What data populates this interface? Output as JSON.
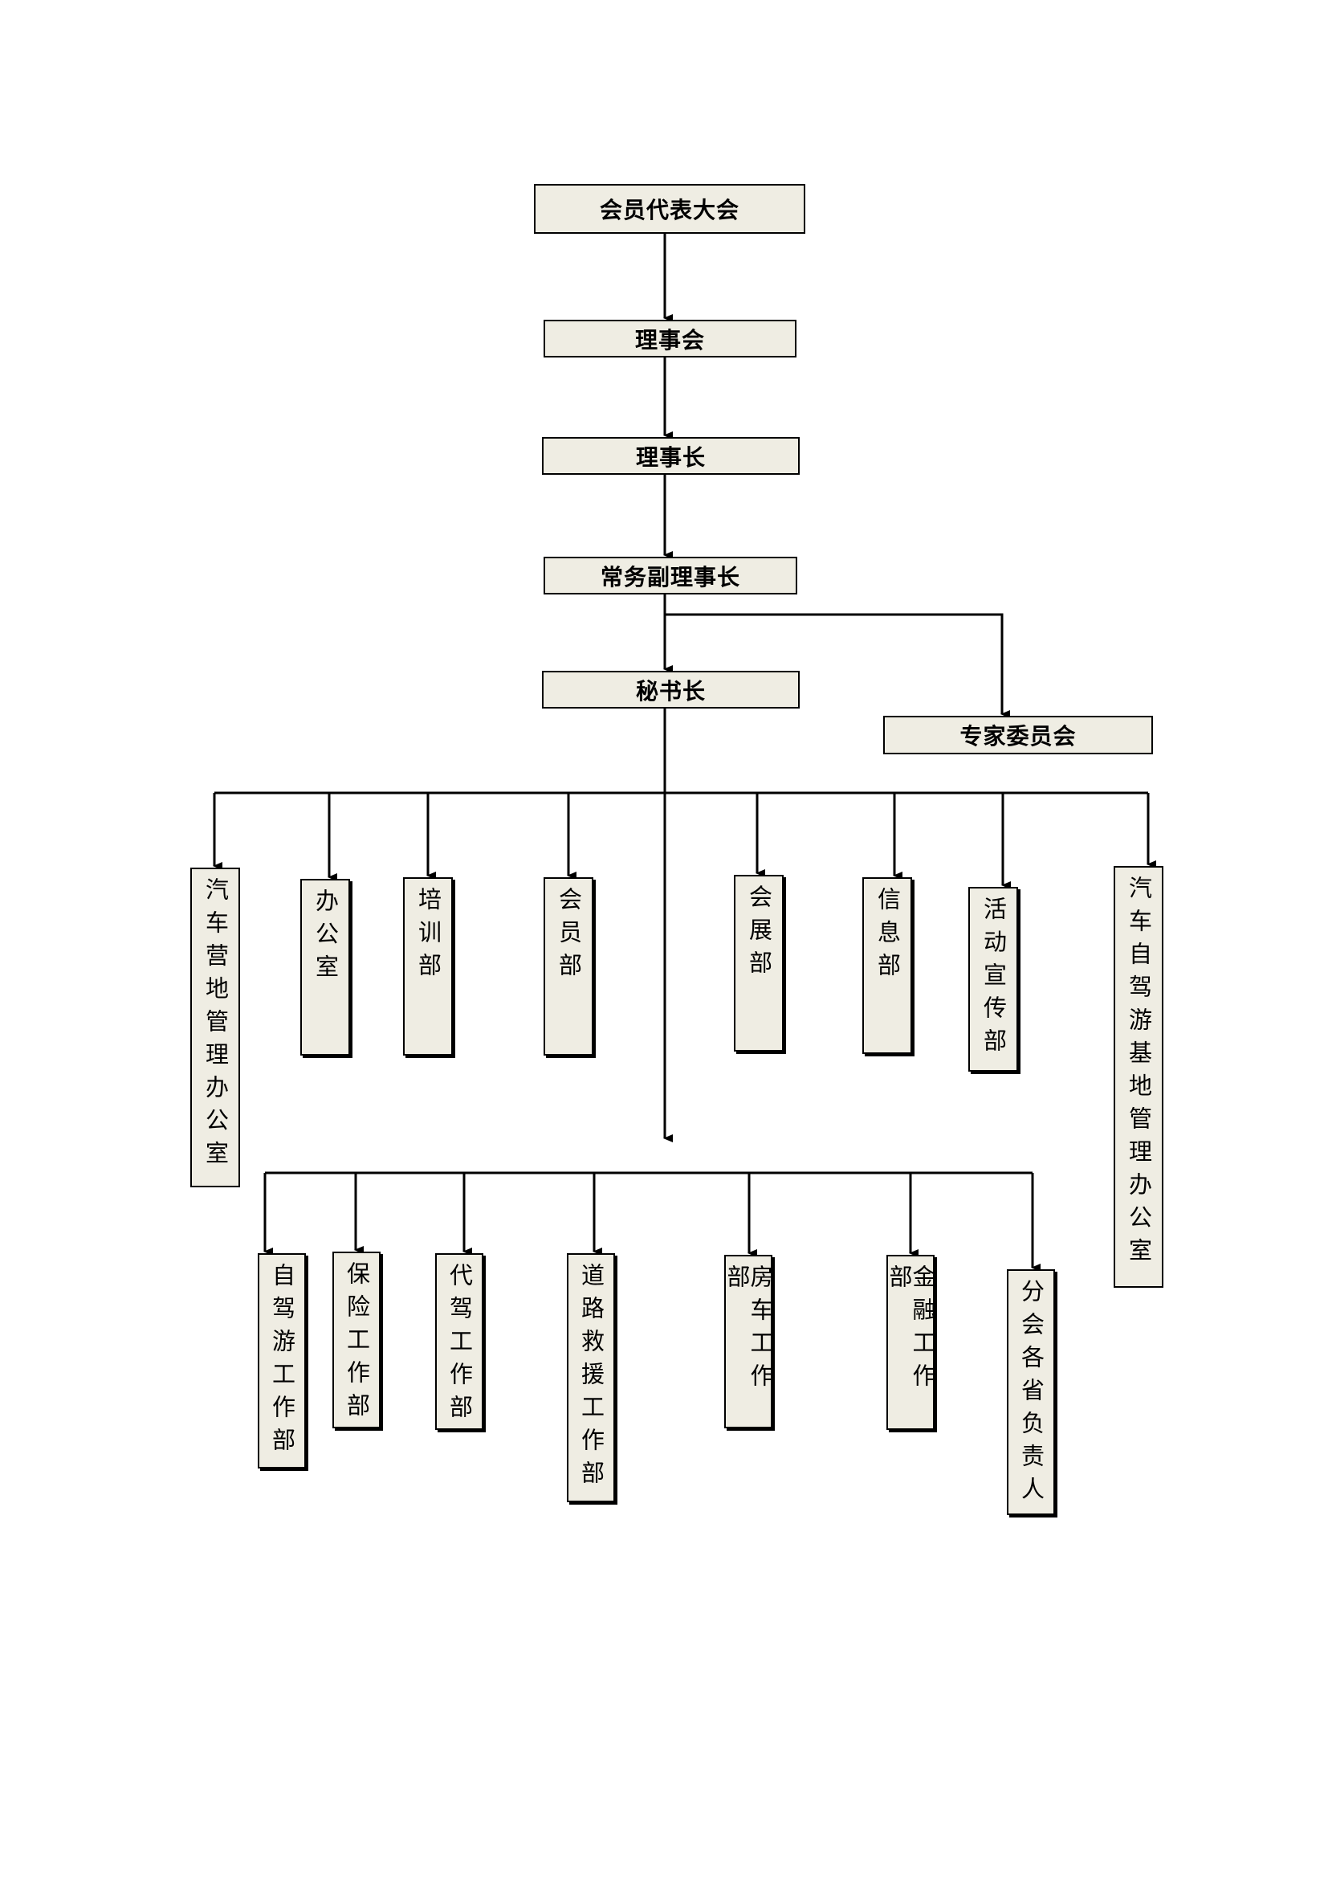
{
  "top_nodes": {
    "general_assembly": "会员代表大会",
    "council": "理事会",
    "chairman": "理事长",
    "executive_vice_chairman": "常务副理事长",
    "secretary_general": "秘书长",
    "expert_committee": "专家委员会"
  },
  "departments_row1": [
    "汽车营地管理办公室",
    "办公室",
    "培训部",
    "会员部",
    "会展部",
    "信息部",
    "活动宣传部",
    "汽车自驾游基地管理办公室"
  ],
  "departments_row2": [
    "自驾游工作部",
    "保险工作部",
    "代驾工作部",
    "道路救援工作部",
    "房车工作部",
    "金融工作部",
    "分会各省负责人"
  ],
  "colors": {
    "box_fill": "#efede3",
    "line": "#000000"
  }
}
